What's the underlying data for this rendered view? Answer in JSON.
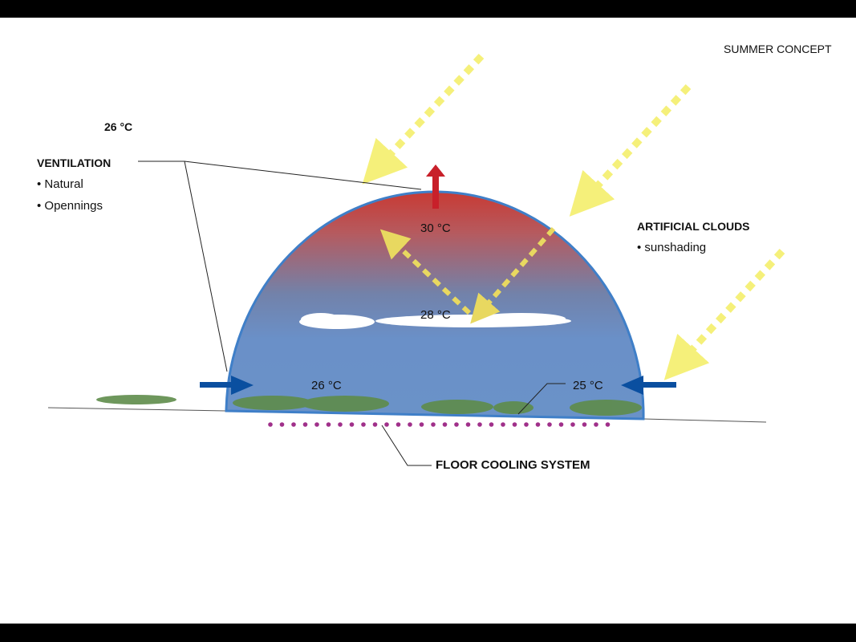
{
  "title": "SUMMER CONCEPT",
  "outside_temp": "26 °C",
  "ventilation": {
    "heading": "VENTILATION",
    "items": [
      "• Natural",
      "• Opennings"
    ]
  },
  "clouds": {
    "heading": "ARTIFICIAL CLOUDS",
    "items": [
      "• sunshading"
    ]
  },
  "floor_cooling": "FLOOR COOLING SYSTEM",
  "dome_temps": {
    "top": "30 °C",
    "middle": "28 °C",
    "left_ground": "26 °C",
    "right_ground": "25 °C"
  },
  "colors": {
    "sun": "#f5f07a",
    "hot": "#c8202a",
    "cool": "#0a4fa0",
    "dome_edge": "#3f7fc8",
    "dots": "#a0308a"
  }
}
